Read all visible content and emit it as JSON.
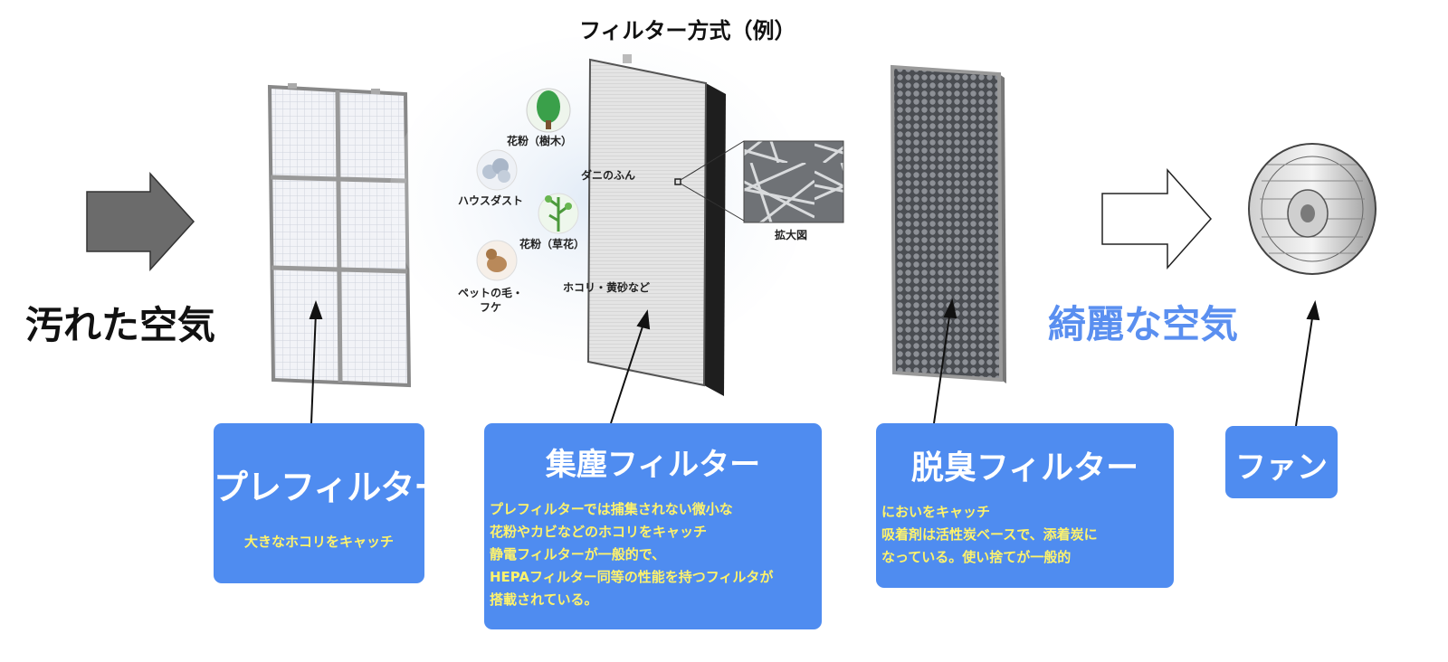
{
  "title": "フィルター方式（例）",
  "labels": {
    "dirty_air": "汚れた空気",
    "clean_air": "綺麗な空気",
    "magnified": "拡大図"
  },
  "particles": [
    {
      "label": "花粉（樹木）",
      "icon": "tree-icon"
    },
    {
      "label": "ダニのふん",
      "icon": "mite-icon"
    },
    {
      "label": "ハウスダスト",
      "icon": "dust-cloud-icon"
    },
    {
      "label": "花粉（草花）",
      "icon": "plant-icon"
    },
    {
      "label": "ペットの毛・\nフケ",
      "icon": "pet-icon"
    },
    {
      "label": "ホコリ・黄砂など",
      "icon": "sand-icon"
    }
  ],
  "components": {
    "prefilter": {
      "name": "プレフィルター",
      "desc": "大きなホコリをキャッチ"
    },
    "dust_filter": {
      "name": "集塵フィルター",
      "desc": "プレフィルターでは捕集されない微小な\n花粉やカビなどのホコリをキャッチ\n静電フィルターが一般的で、\nHEPAフィルター同等の性能を持つフィルタが\n搭載されている。"
    },
    "deodor_filter": {
      "name": "脱臭フィルター",
      "desc": "においをキャッチ\n吸着剤は活性炭ベースで、添着炭に\nなっている。使い捨てが一般的"
    },
    "fan": {
      "name": "ファン"
    }
  },
  "colors": {
    "box_bg": "#4f8cf0",
    "desc_text": "#fff36b",
    "clean_text": "#5a8ff0",
    "dirty_arrow": "#6b6b6b"
  }
}
